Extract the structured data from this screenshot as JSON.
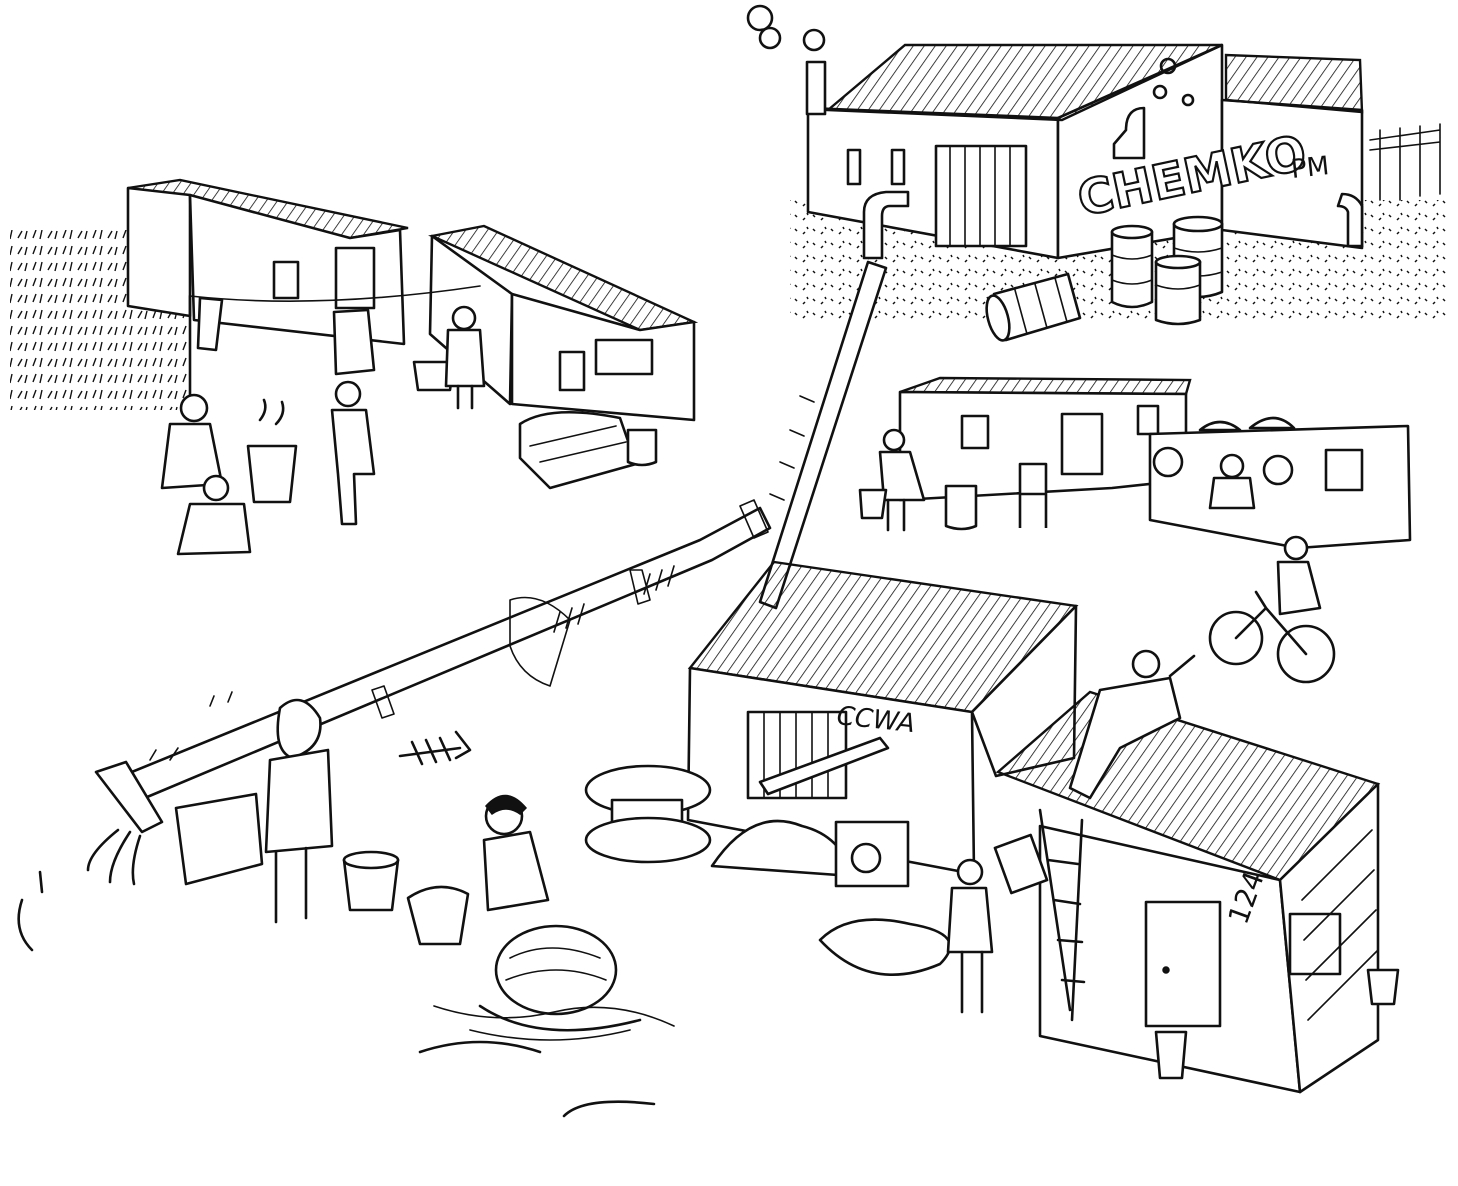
{
  "scene": {
    "factory_sign": "CHEMKO",
    "factory_sign_suffix": "PM",
    "shed_sign": "CCWA",
    "house_number": "124"
  },
  "style": {
    "ink_color": "#111111",
    "paper_color": "#ffffff"
  }
}
